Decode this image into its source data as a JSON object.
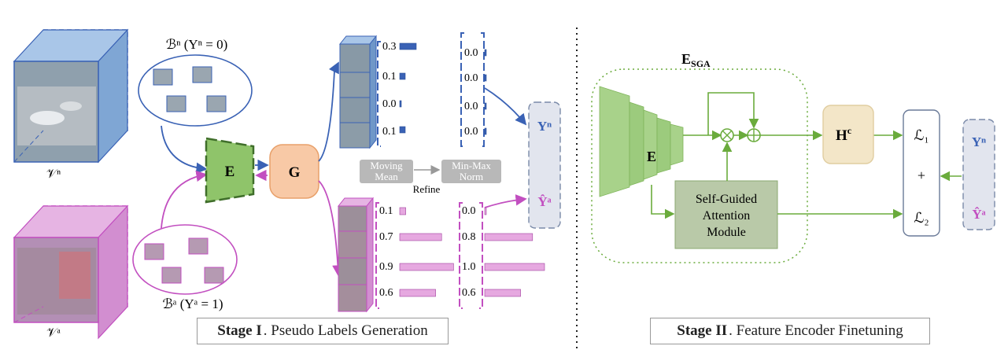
{
  "stage1": {
    "normal_video_label": "𝒱ⁿ",
    "anomaly_video_label": "𝒱ᵃ",
    "normal_bag_label": "ℬⁿ (Yⁿ = 0)",
    "anomaly_bag_label": "ℬᵃ (Yᵃ = 1)",
    "encoder_label": "E",
    "generator_label": "G",
    "moving_mean_label": "Moving\nMean",
    "minmax_norm_label": "Min-Max\nNorm",
    "refine_label": "Refine",
    "normal_scores_raw": [
      "0.3",
      "0.1",
      "0.0",
      "0.1"
    ],
    "normal_scores_norm": [
      "0.0",
      "0.0",
      "0.0",
      "0.0"
    ],
    "anomaly_scores_raw": [
      "0.1",
      "0.7",
      "0.9",
      "0.6"
    ],
    "anomaly_scores_norm": [
      "0.0",
      "0.8",
      "1.0",
      "0.6"
    ],
    "y_normal": "Yⁿ",
    "y_anomaly_hat": "Ŷᵃ",
    "title_bold": "Stage I",
    "title_rest": ". Pseudo Labels Generation"
  },
  "stage2": {
    "esga_main": "E",
    "esga_sub": "SGA",
    "encoder_label": "E",
    "sga_label": "Self-Guided\nAttention\nModule",
    "head_main": "H",
    "head_sup": "c",
    "loss1": "ℒ₁",
    "plus": "+",
    "loss2": "ℒ₂",
    "y_normal": "Yⁿ",
    "y_anomaly_hat": "Ŷᵃ",
    "title_bold": "Stage II",
    "title_rest": ". Feature Encoder Finetuning"
  },
  "colors": {
    "normal": "#3a62b5",
    "anomaly": "#c24fc0",
    "encoder": "#8fc46a",
    "generator": "#f8c9a6",
    "gray_box": "#b8b8b8",
    "label_panel": "#e2e5ee",
    "head_box": "#f3e6c8",
    "green_line": "#6aab3c"
  }
}
